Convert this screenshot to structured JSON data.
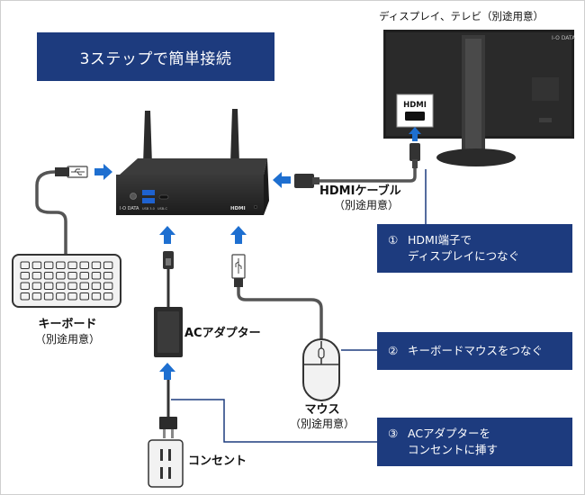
{
  "title": "3ステップで簡単接続",
  "display_label": "ディスプレイ、テレビ（別途用意）",
  "monitor_logo": "I-O DATA",
  "monitor_port_label": "HDMI",
  "device_brand": "I·O DATA",
  "device_port_labels": [
    "USB 3.0",
    "USB-C",
    "HDMI"
  ],
  "hdmi_cable": {
    "line1": "HDMIケーブル",
    "line2": "（別途用意）"
  },
  "keyboard_label": {
    "line1": "キーボード",
    "line2": "（別途用意）"
  },
  "ac_adapter_label": "ACアダプター",
  "mouse_label": {
    "line1": "マウス",
    "line2": "（別途用意）"
  },
  "outlet_label": "コンセント",
  "steps": [
    {
      "num": "①",
      "line1": "HDMI端子で",
      "line2": "ディスプレイにつなぐ"
    },
    {
      "num": "②",
      "line1": "キーボードマウスをつなぐ",
      "line2": ""
    },
    {
      "num": "③",
      "line1": "ACアダプターを",
      "line2": "コンセントに挿す"
    }
  ],
  "colors": {
    "navy": "#1d3b7e",
    "arrow": "#1e6fd0",
    "device": "#2b2b2b",
    "line": "#1d3b7e",
    "cable": "#555555"
  }
}
